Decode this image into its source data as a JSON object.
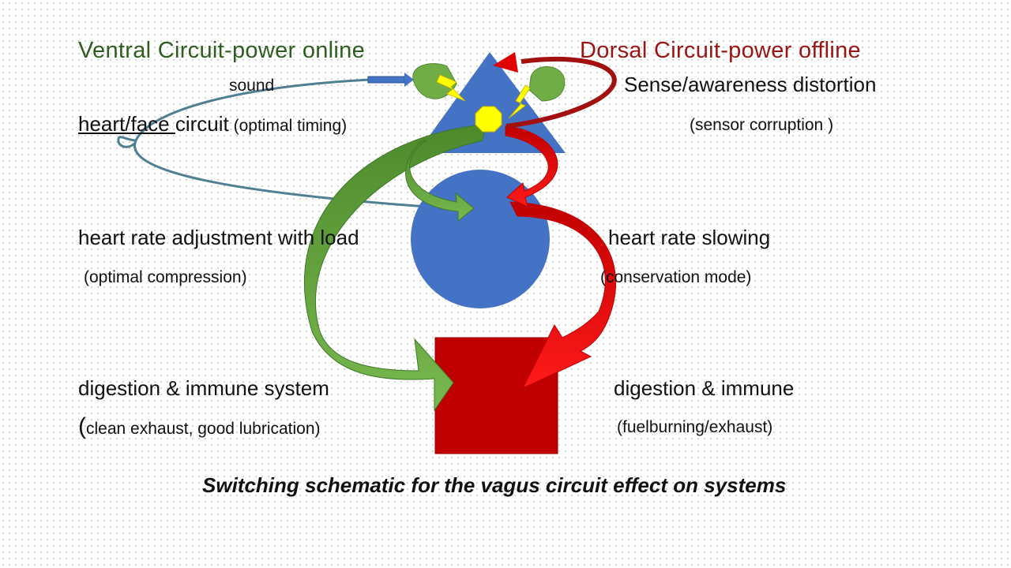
{
  "ventral": {
    "title": "Ventral Circuit-power online",
    "sound": "sound",
    "heart_face_underlined": "heart/face ",
    "heart_face_rest": "circuit",
    "optimal_timing": " (optimal timing)",
    "heart_rate": "heart rate adjustment with load",
    "optimal_compression": "(optimal compression)",
    "digestion": "digestion  & immune  system",
    "paren_open": "(",
    "digestion_detail": "clean exhaust, good lubrication)"
  },
  "dorsal": {
    "title": "Dorsal Circuit-power offline",
    "sense": "Sense/awareness distortion",
    "sensor_corruption": "(sensor corruption )",
    "heart_rate": "heart rate slowing",
    "conservation": "(conservation mode)",
    "digestion": "digestion  & immune",
    "digestion_detail": "(fuelburning/exhaust)"
  },
  "caption": "Switching schematic for the vagus circuit effect on systems",
  "colors": {
    "ventral_green": "#6ea944",
    "ventral_dark_green": "#2e5e1f",
    "dorsal_red": "#ff0000",
    "dorsal_dark_red": "#9b1414",
    "brain_blue": "#4472c4",
    "organ_red": "#c00000",
    "spark_yellow": "#ffff00",
    "nerve_teal": "#4f7f92"
  }
}
